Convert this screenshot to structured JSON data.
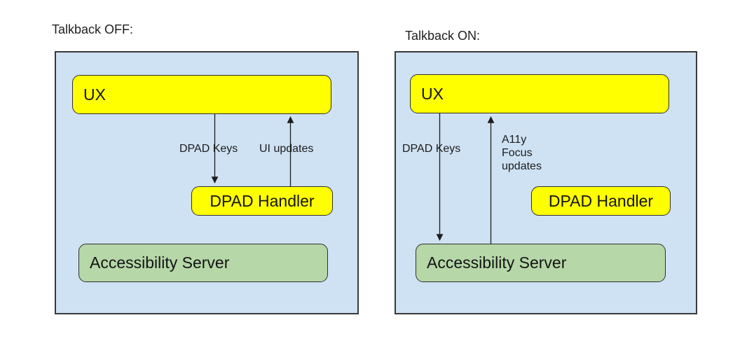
{
  "colors": {
    "page_background": "#ffffff",
    "container_fill": "#cfe2f3",
    "node_yellow": "#ffff00",
    "node_green": "#b6d7a8",
    "border": "#3a3a3a",
    "arrow": "#1d1d1d",
    "text": "#1a1a1a"
  },
  "diagrams": [
    {
      "title": "Talkback OFF:",
      "boxes": [
        {
          "label": "UX"
        },
        {
          "label": "DPAD Handler"
        },
        {
          "label": "Accessibility Server"
        }
      ],
      "arrows": [
        {
          "label": "DPAD Keys",
          "direction": "down",
          "from": "UX",
          "to": "DPAD Handler"
        },
        {
          "label": "UI updates",
          "direction": "up",
          "from": "DPAD Handler",
          "to": "UX"
        }
      ]
    },
    {
      "title": "Talkback ON:",
      "boxes": [
        {
          "label": "UX"
        },
        {
          "label": "DPAD Handler"
        },
        {
          "label": "Accessibility Server"
        }
      ],
      "arrows": [
        {
          "label": "DPAD Keys",
          "direction": "down",
          "from": "UX",
          "to": "Accessibility Server"
        },
        {
          "label": "A11y\nFocus\nupdates",
          "direction": "up",
          "from": "Accessibility Server",
          "to": "UX"
        }
      ]
    }
  ]
}
